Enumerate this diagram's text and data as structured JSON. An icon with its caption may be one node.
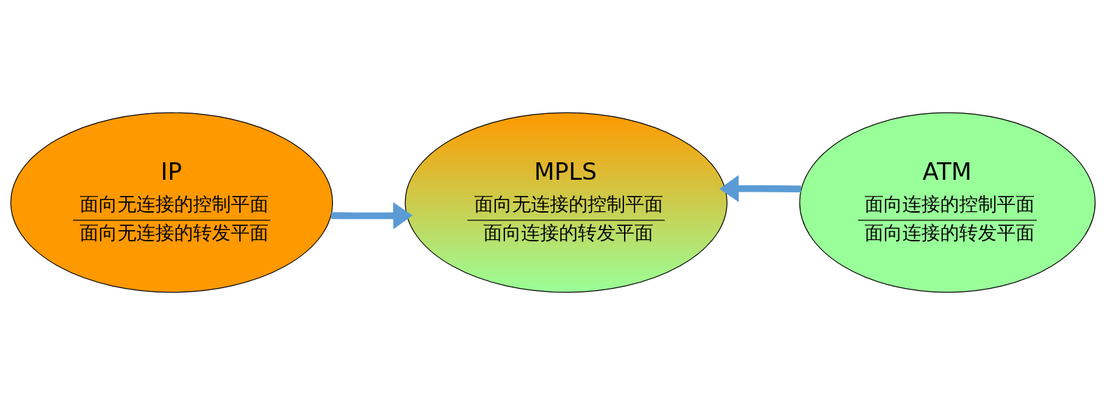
{
  "diagram": {
    "nodes": [
      {
        "text": [
          "IP",
          "面向无连接的控制平面",
          "面向无连接的转发平面"
        ]
      },
      {
        "text": [
          "MPLS",
          "面向无连接的控制平面",
          "面向连接的转发平面"
        ]
      },
      {
        "text": [
          "ATM",
          "面向连接的控制平面",
          "面向连接的转发平面"
        ]
      }
    ],
    "edges": [
      {
        "from": 0,
        "to": 1,
        "arrow": "to"
      },
      {
        "from": 2,
        "to": 1,
        "arrow": "to"
      }
    ]
  }
}
